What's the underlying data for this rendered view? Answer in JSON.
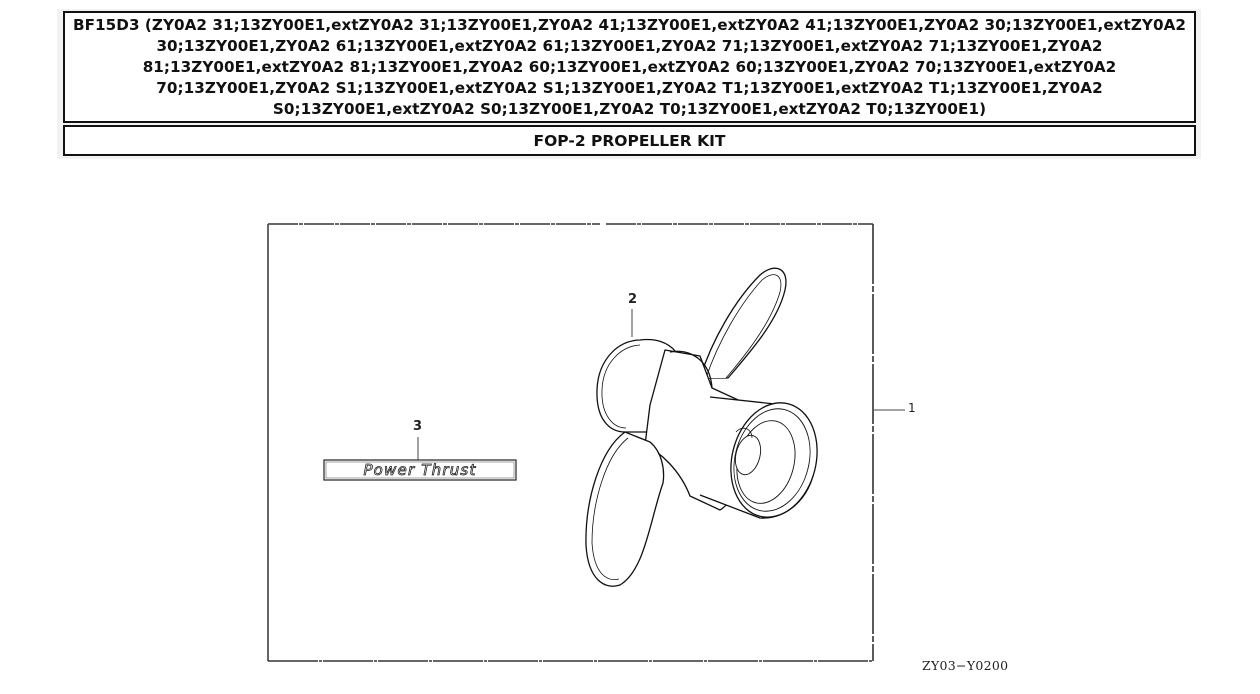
{
  "header": {
    "title": "BF15D3 (ZY0A2 31;13ZY00E1,extZY0A2 31;13ZY00E1,ZY0A2 41;13ZY00E1,extZY0A2 41;13ZY00E1,ZY0A2 30;13ZY00E1,extZY0A2 30;13ZY00E1,ZY0A2 61;13ZY00E1,extZY0A2 61;13ZY00E1,ZY0A2 71;13ZY00E1,extZY0A2 71;13ZY00E1,ZY0A2 81;13ZY00E1,extZY0A2 81;13ZY00E1,ZY0A2 60;13ZY00E1,extZY0A2 60;13ZY00E1,ZY0A2 70;13ZY00E1,extZY0A2 70;13ZY00E1,ZY0A2 S1;13ZY00E1,extZY0A2 S1;13ZY00E1,ZY0A2 T1;13ZY00E1,extZY0A2 T1;13ZY00E1,ZY0A2 S0;13ZY00E1,extZY0A2 S0;13ZY00E1,ZY0A2 T0;13ZY00E1,extZY0A2 T0;13ZY00E1)",
    "subtitle": "FOP-2 PROPELLER KIT"
  },
  "diagram": {
    "callouts": [
      {
        "number": "1",
        "part": "propeller-kit-assembly"
      },
      {
        "number": "2",
        "part": "propeller"
      },
      {
        "number": "3",
        "part": "power-thrust-emblem"
      }
    ],
    "emblem_text": "Power Thrust",
    "diagram_code": "ZY03−Y0200"
  }
}
